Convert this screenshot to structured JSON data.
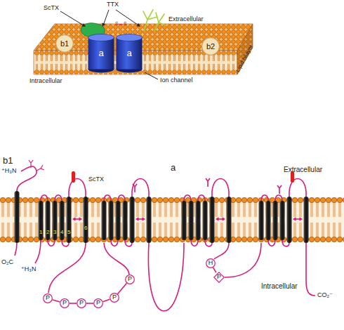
{
  "diagram": {
    "nodes": [
      {
        "text": [
          "b1"
        ]
      },
      {
        "text": [
          "a"
        ]
      },
      {
        "text": [
          "a"
        ]
      },
      {
        "text": [
          "b2"
        ]
      },
      {
        "text": [
          "P"
        ]
      },
      {
        "text": [
          "P"
        ]
      },
      {
        "text": [
          "P"
        ]
      },
      {
        "text": [
          "P"
        ]
      },
      {
        "text": [
          "P"
        ]
      },
      {
        "text": [
          "P"
        ]
      },
      {
        "text": [
          "H"
        ]
      },
      {
        "text": [
          "P"
        ]
      }
    ],
    "edges": [
      {
        "from": 4,
        "to": 5,
        "arrow": "none"
      },
      {
        "from": 5,
        "to": 6,
        "arrow": "none"
      },
      {
        "from": 6,
        "to": 7,
        "arrow": "none"
      },
      {
        "from": 7,
        "to": 8,
        "arrow": "none"
      },
      {
        "from": 8,
        "to": 9,
        "arrow": "none"
      },
      {
        "from": 10,
        "to": 11,
        "arrow": "none"
      }
    ],
    "labels": [
      "TTX",
      "ScTX",
      "S",
      "S",
      "Extracellular",
      "Lipid bilayer",
      "Intracellular",
      "Ion channel",
      "b1",
      "a",
      "Extracellular",
      "⁺H₃N",
      "ScTX",
      "O₂C",
      "1",
      "2",
      "3",
      "4",
      "5",
      "6",
      "⁺H₃N",
      "Intracellular",
      "CO₂⁻"
    ]
  }
}
